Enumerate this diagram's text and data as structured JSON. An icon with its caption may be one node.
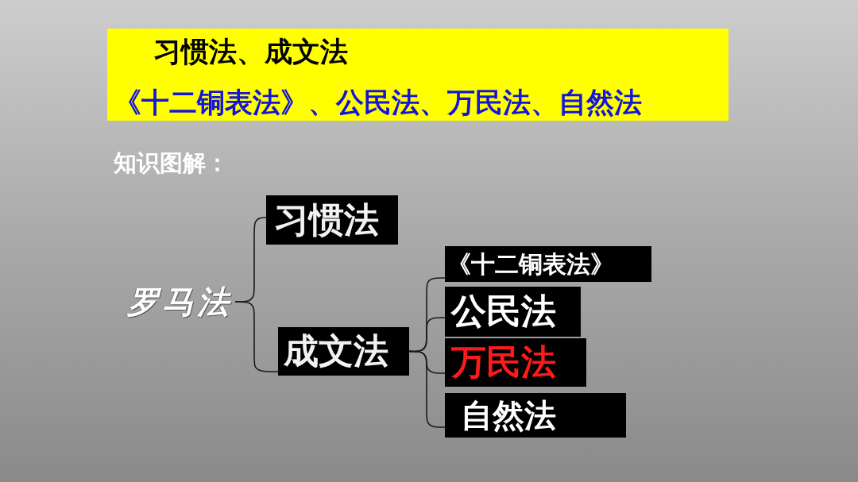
{
  "diagram": {
    "nodes": [
      {
        "text": [
          "习惯法、成文法",
          "《十二铜表法》、公民法、万民法、自然法"
        ]
      },
      {
        "text": [
          "罗马法"
        ]
      },
      {
        "text": [
          "习惯法"
        ]
      },
      {
        "text": [
          "成文法"
        ]
      },
      {
        "text": [
          "《十二铜表法》"
        ]
      },
      {
        "text": [
          "公民法"
        ]
      },
      {
        "text": [
          "万民法"
        ]
      },
      {
        "text": [
          "自然法"
        ]
      }
    ],
    "edges": [
      {
        "from": 1,
        "to": 2,
        "arrow": "none"
      },
      {
        "from": 1,
        "to": 3,
        "arrow": "none"
      },
      {
        "from": 3,
        "to": 4,
        "arrow": "none"
      },
      {
        "from": 3,
        "to": 5,
        "arrow": "none"
      },
      {
        "from": 3,
        "to": 6,
        "arrow": "none"
      },
      {
        "from": 3,
        "to": 7,
        "arrow": "none"
      }
    ],
    "labels": [
      "知识图解："
    ]
  }
}
